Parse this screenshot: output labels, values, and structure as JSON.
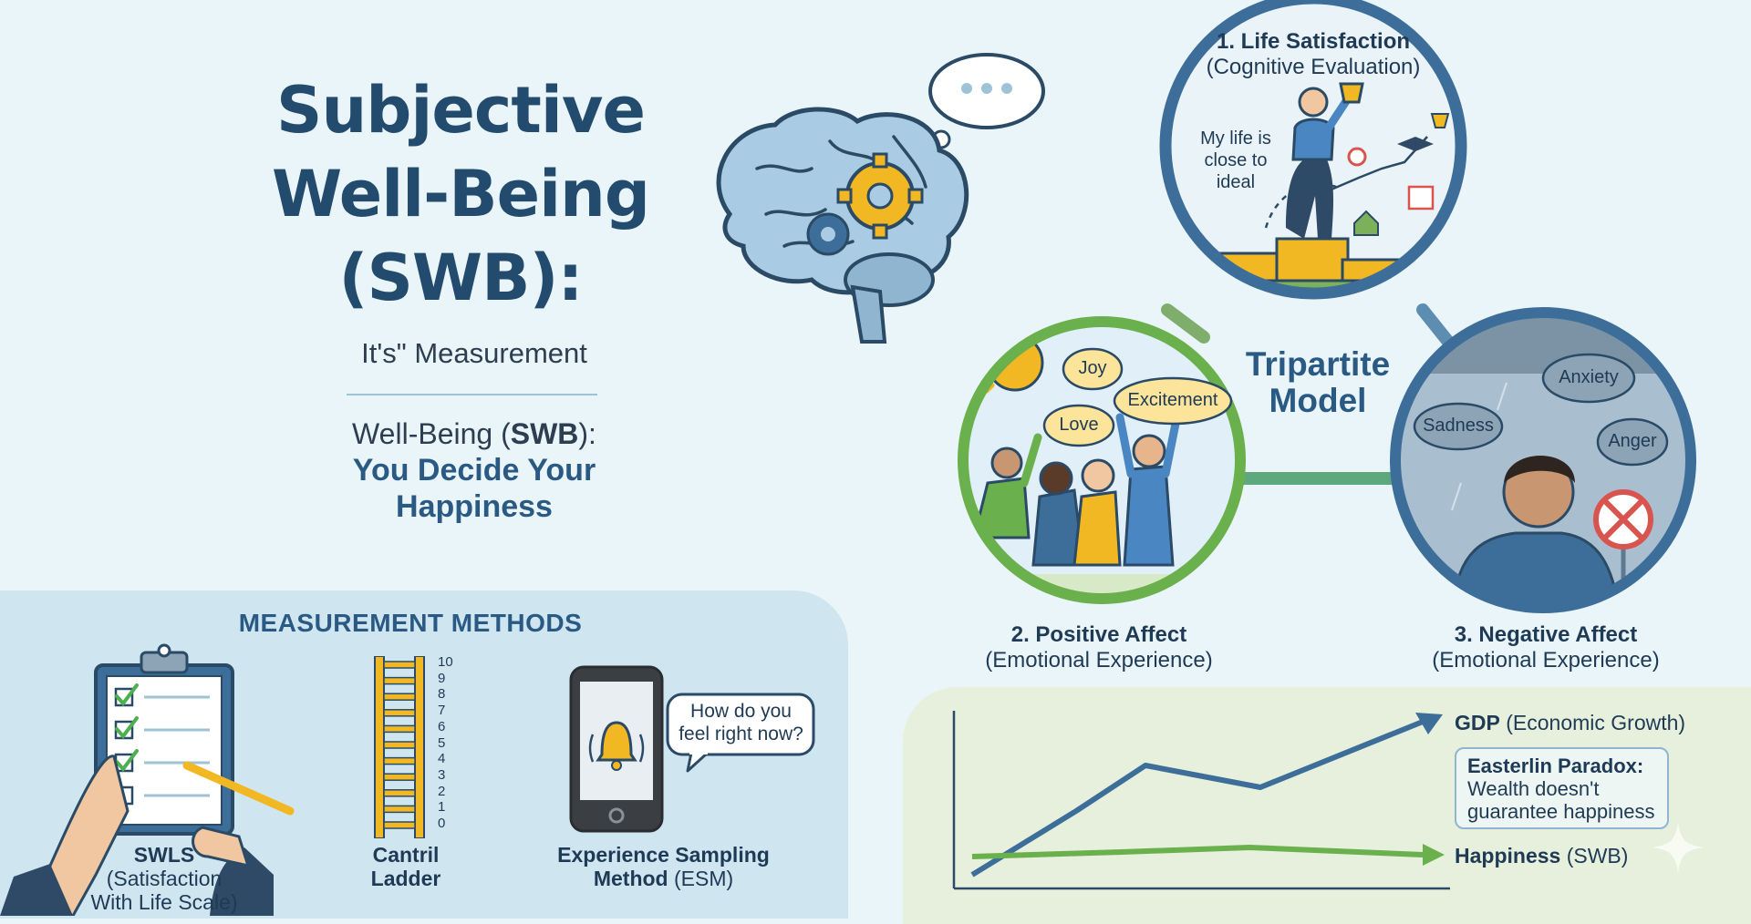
{
  "title": {
    "line1": "Subjective",
    "line2": "Well-Being",
    "line3": "(SWB):"
  },
  "subtitle": "It's\" Measurement",
  "tagline": {
    "prefix": "Well-Being (",
    "bold": "SWB",
    "suffix": "):",
    "line2": "You Decide Your",
    "line3": "Happiness"
  },
  "tripartite": {
    "label_line1": "Tripartite",
    "label_line2": "Model",
    "life_satisfaction": {
      "title": "1. Life Satisfaction",
      "subtitle": "(Cognitive Evaluation)",
      "quote_line1": "My life is",
      "quote_line2": "close to",
      "quote_line3": "ideal"
    },
    "positive_affect": {
      "title": "2. Positive Affect",
      "subtitle": "(Emotional Experience)",
      "bubbles": [
        "Joy",
        "Excitement",
        "Love"
      ]
    },
    "negative_affect": {
      "title": "3. Negative Affect",
      "subtitle": "(Emotional Experience)",
      "bubbles": [
        "Anxiety",
        "Sadness",
        "Anger"
      ]
    }
  },
  "measurement": {
    "heading": "MEASUREMENT METHODS",
    "swls": {
      "name": "SWLS",
      "line2": "(Satisfaction",
      "line3": "With Life Scale)"
    },
    "cantril": {
      "line1": "Cantril",
      "line2": "Ladder",
      "ticks": [
        "10",
        "9",
        "8",
        "7",
        "6",
        "5",
        "4",
        "3",
        "2",
        "1",
        "0"
      ]
    },
    "esm": {
      "line1": "Experience Sampling",
      "line2_bold": "Method",
      "line2_rest": " (ESM)",
      "bubble_line1": "How do you",
      "bubble_line2": "feel right now?"
    }
  },
  "chart": {
    "gdp_bold": "GDP",
    "gdp_rest": " (Economic Growth)",
    "happiness_bold": "Happiness",
    "happiness_rest": " (SWB)",
    "paradox_title": "Easterlin Paradox:",
    "paradox_line2": "Wealth doesn't",
    "paradox_line3": "guarantee happiness"
  },
  "colors": {
    "primary": "#2a5a84",
    "green": "#6ab04c",
    "gold": "#f2b824",
    "gray_blue": "#5d7a92"
  }
}
